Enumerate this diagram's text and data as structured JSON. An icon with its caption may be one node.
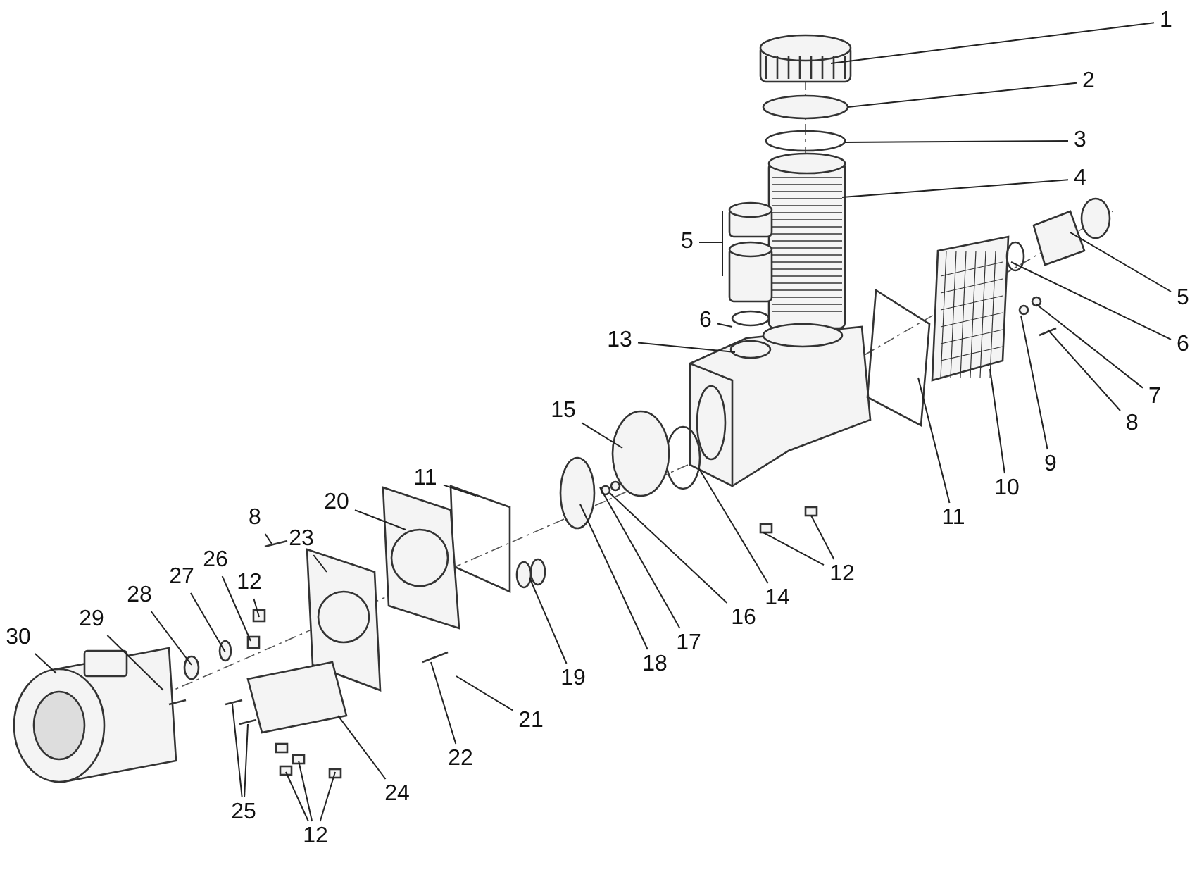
{
  "diagram": {
    "nodes": [
      {
        "text": [
          "1"
        ]
      },
      {
        "text": [
          "2"
        ]
      },
      {
        "text": [
          "3"
        ]
      },
      {
        "text": [
          "4"
        ]
      },
      {
        "text": [
          "5"
        ]
      },
      {
        "text": [
          "5"
        ]
      },
      {
        "text": [
          "6"
        ]
      },
      {
        "text": [
          "6"
        ]
      },
      {
        "text": [
          "7"
        ]
      },
      {
        "text": [
          "13"
        ]
      },
      {
        "text": [
          "15"
        ]
      },
      {
        "text": [
          "8"
        ]
      },
      {
        "text": [
          "11"
        ]
      },
      {
        "text": [
          "9"
        ]
      },
      {
        "text": [
          "10"
        ]
      },
      {
        "text": [
          "11"
        ]
      },
      {
        "text": [
          "20"
        ]
      },
      {
        "text": [
          "23"
        ]
      },
      {
        "text": [
          "8"
        ]
      },
      {
        "text": [
          "12"
        ]
      },
      {
        "text": [
          "12"
        ]
      },
      {
        "text": [
          "26"
        ]
      },
      {
        "text": [
          "14"
        ]
      },
      {
        "text": [
          "27"
        ]
      },
      {
        "text": [
          "16"
        ]
      },
      {
        "text": [
          "28"
        ]
      },
      {
        "text": [
          "17"
        ]
      },
      {
        "text": [
          "29"
        ]
      },
      {
        "text": [
          "30"
        ]
      },
      {
        "text": [
          "18"
        ]
      },
      {
        "text": [
          "19"
        ]
      },
      {
        "text": [
          "21"
        ]
      },
      {
        "text": [
          "22"
        ]
      },
      {
        "text": [
          "24"
        ]
      },
      {
        "text": [
          "25"
        ]
      },
      {
        "text": [
          "12"
        ]
      }
    ],
    "edges": [
      {
        "from": 0,
        "to": null,
        "arrow": "none"
      },
      {
        "from": 1,
        "to": null,
        "arrow": "none"
      },
      {
        "from": 2,
        "to": null,
        "arrow": "none"
      },
      {
        "from": 3,
        "to": null,
        "arrow": "none"
      },
      {
        "from": 4,
        "to": null,
        "arrow": "none"
      },
      {
        "from": 5,
        "to": null,
        "arrow": "none"
      },
      {
        "from": 6,
        "to": null,
        "arrow": "none"
      },
      {
        "from": 7,
        "to": null,
        "arrow": "none"
      },
      {
        "from": 8,
        "to": null,
        "arrow": "none"
      },
      {
        "from": 9,
        "to": null,
        "arrow": "none"
      },
      {
        "from": 10,
        "to": null,
        "arrow": "none"
      },
      {
        "from": 11,
        "to": null,
        "arrow": "none"
      },
      {
        "from": 12,
        "to": null,
        "arrow": "none"
      },
      {
        "from": 13,
        "to": null,
        "arrow": "none"
      },
      {
        "from": 14,
        "to": null,
        "arrow": "none"
      },
      {
        "from": 15,
        "to": null,
        "arrow": "none"
      },
      {
        "from": 16,
        "to": null,
        "arrow": "none"
      },
      {
        "from": 17,
        "to": null,
        "arrow": "none"
      },
      {
        "from": 18,
        "to": null,
        "arrow": "none"
      },
      {
        "from": 19,
        "to": null,
        "arrow": "none"
      },
      {
        "from": 20,
        "to": null,
        "arrow": "none"
      },
      {
        "from": 20,
        "to": null,
        "arrow": "none"
      },
      {
        "from": 21,
        "to": null,
        "arrow": "none"
      },
      {
        "from": 22,
        "to": null,
        "arrow": "none"
      },
      {
        "from": 23,
        "to": null,
        "arrow": "none"
      },
      {
        "from": 24,
        "to": null,
        "arrow": "none"
      },
      {
        "from": 25,
        "to": null,
        "arrow": "none"
      },
      {
        "from": 26,
        "to": null,
        "arrow": "none"
      },
      {
        "from": 27,
        "to": null,
        "arrow": "none"
      },
      {
        "from": 28,
        "to": null,
        "arrow": "none"
      },
      {
        "from": 29,
        "to": null,
        "arrow": "none"
      },
      {
        "from": 30,
        "to": null,
        "arrow": "none"
      },
      {
        "from": 31,
        "to": null,
        "arrow": "none"
      },
      {
        "from": 32,
        "to": null,
        "arrow": "none"
      },
      {
        "from": 33,
        "to": null,
        "arrow": "none"
      },
      {
        "from": 34,
        "to": null,
        "arrow": "none"
      },
      {
        "from": 34,
        "to": null,
        "arrow": "none"
      },
      {
        "from": 35,
        "to": null,
        "arrow": "none"
      },
      {
        "from": 35,
        "to": null,
        "arrow": "none"
      },
      {
        "from": 35,
        "to": null,
        "arrow": "none"
      }
    ]
  }
}
